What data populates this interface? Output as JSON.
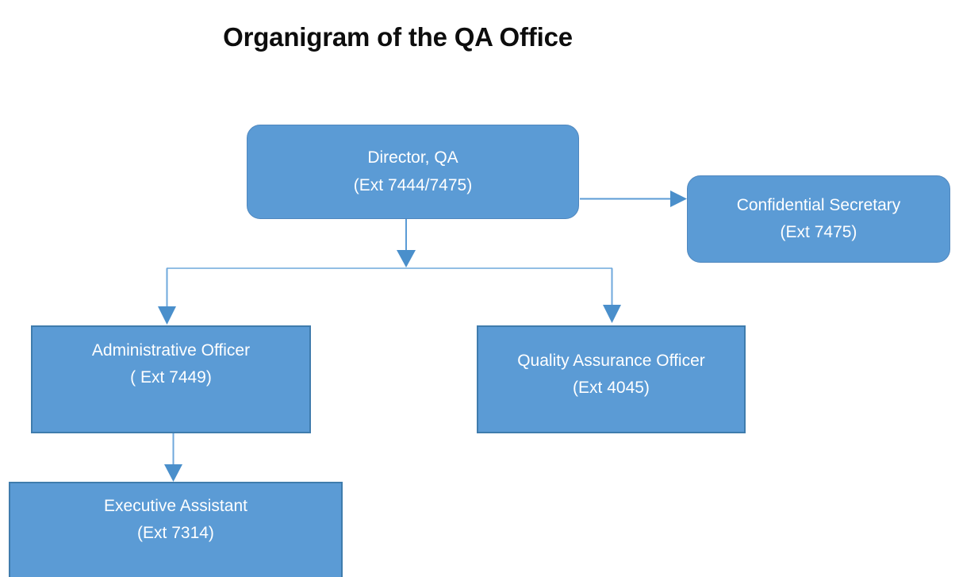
{
  "page": {
    "title": "Organigram of the QA Office",
    "background_color": "#FFFFFF",
    "title_color": "#0D0D0D"
  },
  "theme": {
    "node_fill": "#5B9BD5",
    "node_border_rounded": "#4F87BE",
    "node_border_square": "#3F7CAD",
    "node_text_color": "#FFFFFF",
    "connector_color": "#5B9BD5"
  },
  "chart_data": {
    "type": "diagram",
    "subtype": "organizational-chart",
    "title": "Organigram of the QA Office",
    "nodes": [
      {
        "id": "director",
        "role": "Director, QA",
        "extension": "(Ext 7444/7475)",
        "shape": "rounded-rectangle",
        "level": 0
      },
      {
        "id": "secretary",
        "role": "Confidential Secretary",
        "extension": "(Ext 7475)",
        "shape": "rounded-rectangle",
        "level": 1
      },
      {
        "id": "admin-officer",
        "role": "Administrative Officer",
        "extension": "( Ext 7449)",
        "shape": "rectangle",
        "level": 1
      },
      {
        "id": "qa-officer",
        "role": "Quality Assurance Officer",
        "extension": "(Ext 4045)",
        "shape": "rectangle",
        "level": 1
      },
      {
        "id": "exec-assistant",
        "role": "Executive Assistant",
        "extension": "(Ext 7314)",
        "shape": "rectangle",
        "level": 2
      }
    ],
    "edges": [
      {
        "from": "director",
        "to": "secretary",
        "style": "straight-arrow",
        "direction": "right"
      },
      {
        "from": "director",
        "to": "admin-officer",
        "style": "elbow-arrow",
        "direction": "down"
      },
      {
        "from": "director",
        "to": "qa-officer",
        "style": "elbow-arrow",
        "direction": "down"
      },
      {
        "from": "admin-officer",
        "to": "exec-assistant",
        "style": "straight-arrow",
        "direction": "down"
      }
    ]
  },
  "nodes": {
    "director": {
      "role": "Director, QA",
      "extension": "(Ext 7444/7475)"
    },
    "secretary": {
      "role": "Confidential Secretary",
      "extension": "(Ext 7475)"
    },
    "admin_officer": {
      "role": "Administrative Officer",
      "extension": "( Ext 7449)"
    },
    "qa_officer": {
      "role": "Quality Assurance Officer",
      "extension": "(Ext 4045)"
    },
    "exec_assistant": {
      "role": "Executive Assistant",
      "extension": "(Ext 7314)"
    }
  }
}
